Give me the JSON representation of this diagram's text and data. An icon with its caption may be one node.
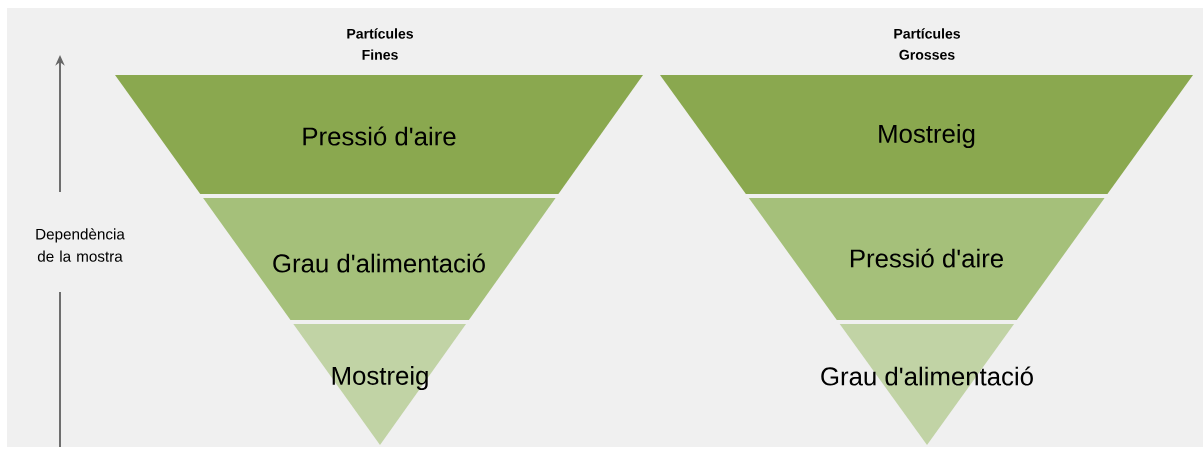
{
  "diagram": {
    "nodes": [
      {
        "text": [
          "Pressió d'aire"
        ]
      },
      {
        "text": [
          "Grau d'alimentació"
        ]
      },
      {
        "text": [
          "Mostreig"
        ]
      },
      {
        "text": [
          "Mostreig"
        ]
      },
      {
        "text": [
          "Pressió d'aire"
        ]
      },
      {
        "text": [
          "Grau d'alimentació"
        ]
      }
    ],
    "labels": [
      "Partícules Fines",
      "Partícules Grosses",
      "Dependència de la mostra"
    ]
  }
}
